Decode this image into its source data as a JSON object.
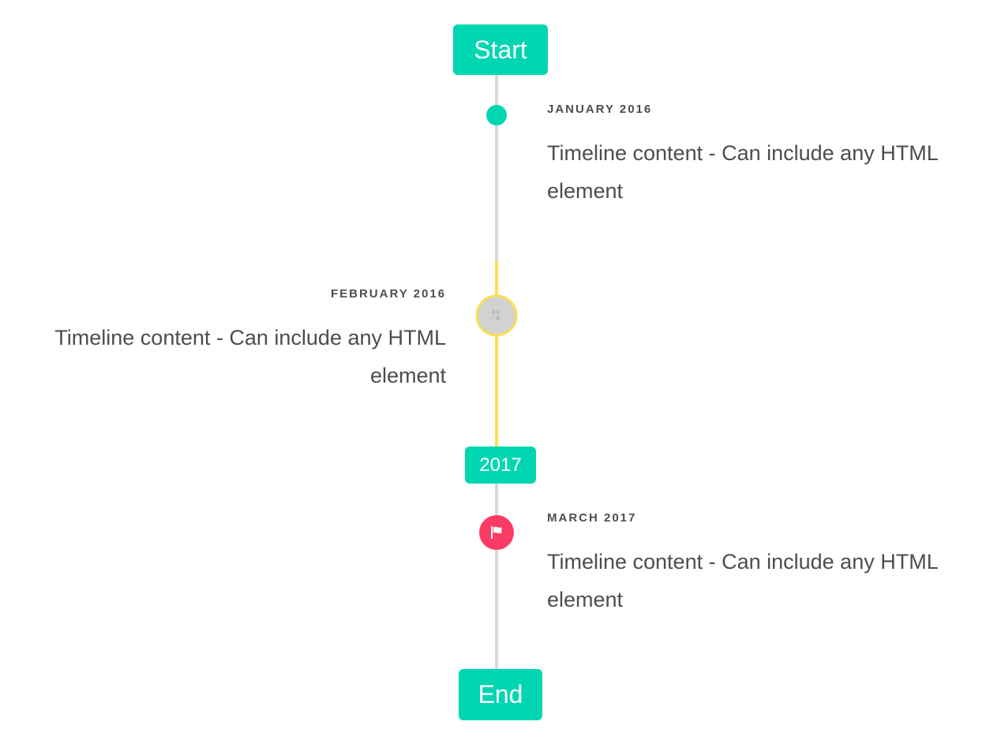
{
  "timeline": {
    "caps": {
      "start_label": "Start",
      "middle_label": "2017",
      "end_label": "End"
    },
    "colors": {
      "accent_teal": "#00D6B1",
      "accent_yellow": "#FADF52",
      "accent_pink": "#FB3B64",
      "rail_gray": "#D8D8D8",
      "marker_gray": "#D2D2D2",
      "text": "#4D4D4D",
      "background": "#FFFFFF"
    },
    "entries": [
      {
        "date": "JANUARY 2016",
        "body": "Timeline content - Can include any HTML element",
        "side": "right",
        "marker": "dot-icon"
      },
      {
        "date": "FEBRUARY 2016",
        "body": "Timeline content - Can include any HTML element",
        "side": "left",
        "marker": "broken-image-icon"
      },
      {
        "date": "MARCH 2017",
        "body": "Timeline content - Can include any HTML element",
        "side": "right",
        "marker": "flag-icon"
      }
    ]
  }
}
